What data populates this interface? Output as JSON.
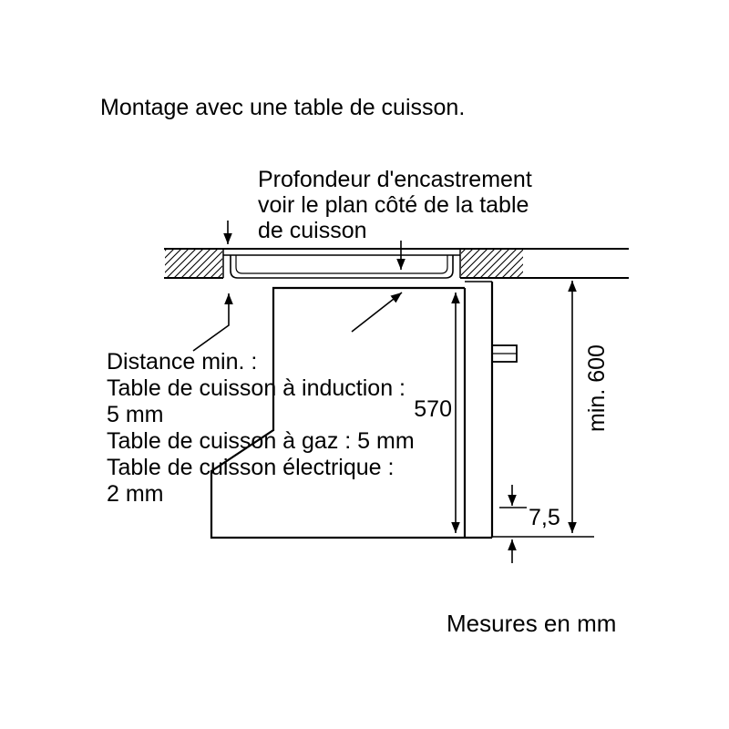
{
  "page": {
    "title": "Montage avec une table de cuisson.",
    "footer": "Mesures en mm"
  },
  "callouts": {
    "recess_depth": {
      "lines": [
        "Profondeur d'encastrement",
        "voir le plan côté de la table",
        "de cuisson"
      ]
    },
    "min_distance": {
      "lines": [
        "Distance min. :",
        "Table de cuisson à induction :",
        "5 mm",
        "Table de cuisson à gaz : 5 mm",
        "Table de cuisson électrique :",
        "2 mm"
      ]
    }
  },
  "dimensions": {
    "cavity_height": "570",
    "niche_height": "min. 600",
    "bottom_clearance": "7,5"
  },
  "colors": {
    "line": "#000000",
    "text": "#000000",
    "background": "#ffffff"
  }
}
